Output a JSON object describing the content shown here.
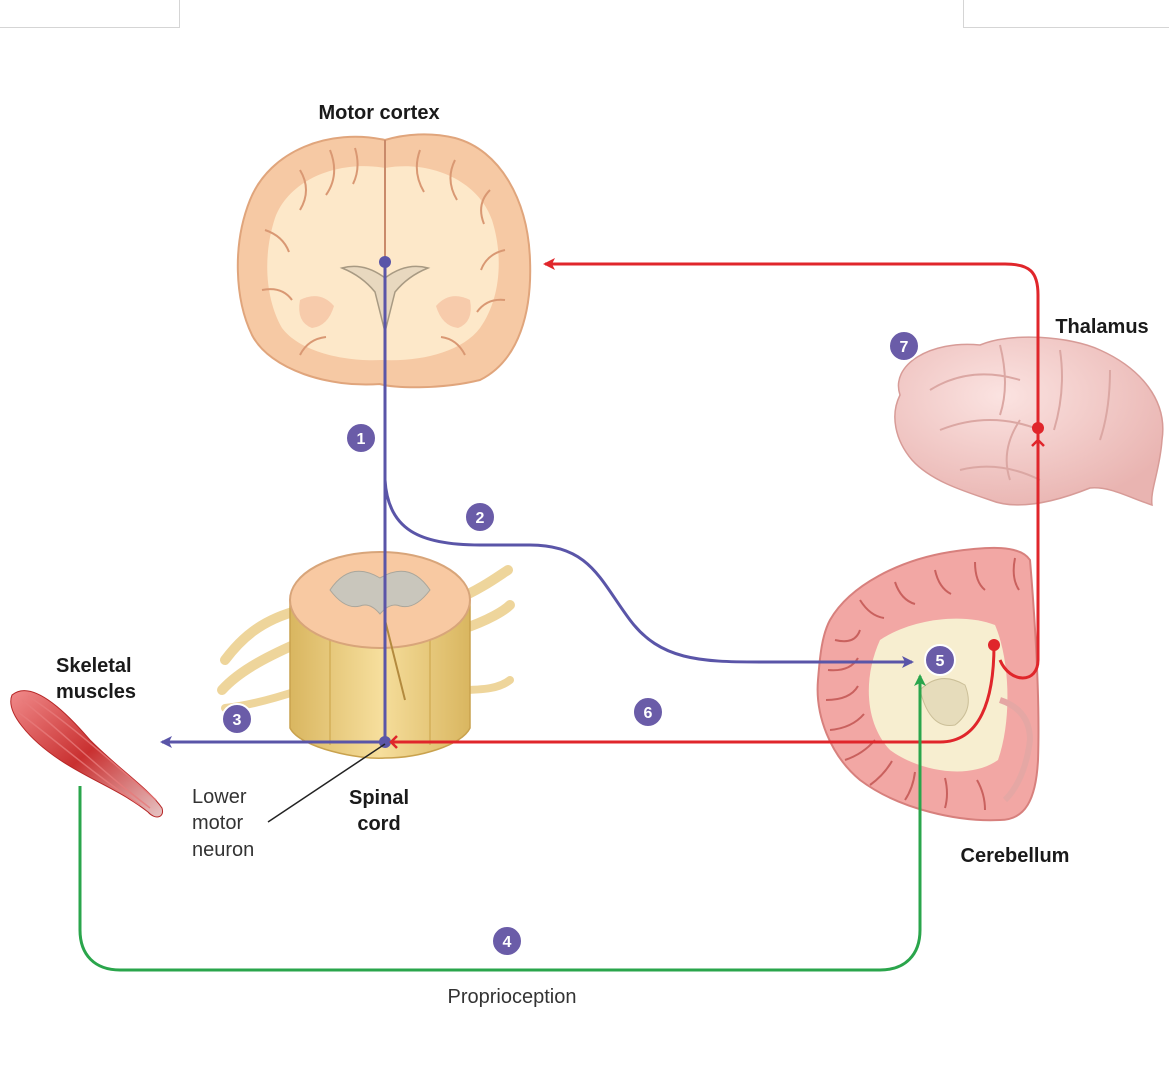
{
  "labels": {
    "motor_cortex": "Motor cortex",
    "thalamus": "Thalamus",
    "skeletal_muscles_line1": "Skeletal",
    "skeletal_muscles_line2": "muscles",
    "lower_motor_neuron_line1": "Lower",
    "lower_motor_neuron_line2": "motor",
    "lower_motor_neuron_line3": "neuron",
    "spinal_cord_line1": "Spinal",
    "spinal_cord_line2": "cord",
    "cerebellum": "Cerebellum",
    "proprioception": "Proprioception"
  },
  "steps": [
    "1",
    "2",
    "3",
    "4",
    "5",
    "6",
    "7"
  ],
  "colors": {
    "motor_pathway": "#5a55a8",
    "feedback_pathway": "#e0262b",
    "proprioception_pathway": "#2aa54b",
    "step_badge": "#6a5ca8",
    "brain_outer": "#f6c9a4",
    "brain_inner": "#fde8c9",
    "thalamus": "#f3c9c6",
    "cerebellum": "#f2a7a4",
    "spinal_cord": "#f1d28c",
    "muscle": "#d94a4a"
  },
  "icons": {
    "motor_cortex": "brain-coronal-section-icon",
    "thalamus": "thalamus-icon",
    "cerebellum": "cerebellum-section-icon",
    "spinal_cord": "spinal-cord-segment-icon",
    "skeletal_muscle": "skeletal-muscle-icon"
  }
}
